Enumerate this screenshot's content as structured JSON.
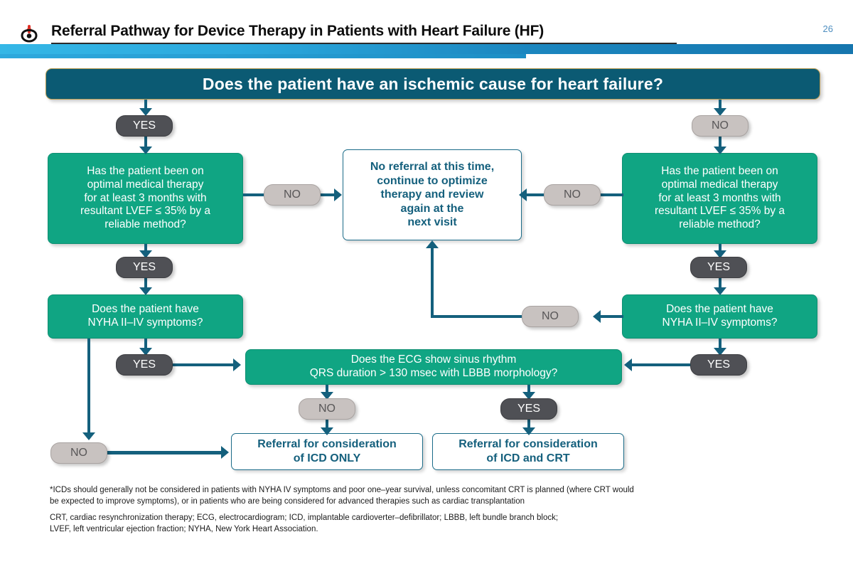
{
  "header": {
    "title": "Referral Pathway for Device Therapy in Patients with Heart Failure (HF)",
    "page_number": "26",
    "logo_icon": "heart-logo-icon",
    "accent_color": "#2ba9de",
    "title_color": "#0d0d0d",
    "page_number_color": "#4f8fc0"
  },
  "flow": {
    "root_question": "Does the patient have an ischemic cause for heart failure?",
    "nodes": {
      "left_omt": "Has the patient been on optimal medical therapy for at least 3 months with resultant LVEF ≤ 35% by a reliable method?",
      "right_omt": "Has the patient been on optimal medical therapy for at least 3 months with resultant LVEF ≤ 35% by a reliable method?",
      "no_referral": "No referral at this time, continue to optimize therapy and review again at the next visit",
      "left_nyha": "Does the patient have NYHA II–IV symptoms?",
      "right_nyha": "Does the patient have NYHA II–IV symptoms?",
      "ecg": "Does the ECG show sinus rhythm QRS duration > 130 msec with LBBB morphology?",
      "ecg_line1": "Does the ECG show sinus rhythm",
      "ecg_line2": "QRS duration > 130 msec with LBBB morphology?",
      "referral_icd_only": "Referral for consideration of ICD ONLY",
      "referral_icd_only_line1": "Referral for consideration",
      "referral_icd_only_line2": "of ICD ONLY",
      "referral_icd_crt": "Referral for consideration of ICD and CRT",
      "referral_icd_crt_line1": "Referral for consideration",
      "referral_icd_crt_line2": "of ICD and CRT"
    },
    "node_lines": {
      "omt": [
        "Has the patient been on",
        "optimal medical therapy",
        "for at least 3 months with",
        "resultant LVEF ≤ 35% by a",
        "reliable method?"
      ],
      "no_referral": [
        "No referral at this time,",
        "continue to optimize",
        "therapy and review",
        "again at the",
        "next visit"
      ],
      "nyha": [
        "Does the patient have",
        "NYHA II–IV symptoms?"
      ]
    },
    "labels": {
      "yes": "YES",
      "no": "NO"
    },
    "branch_labels": {
      "root_yes": "YES",
      "root_no": "NO",
      "left_omt_no": "NO",
      "right_omt_no": "NO",
      "left_omt_yes": "YES",
      "right_omt_yes": "YES",
      "left_nyha_yes": "YES",
      "left_nyha_no": "NO",
      "right_nyha_yes": "YES",
      "right_nyha_no": "NO",
      "ecg_no": "NO",
      "ecg_yes": "YES"
    },
    "colors": {
      "header_box": "#0b5a73",
      "green_box": "#10a583",
      "white_box_border": "#1a6b88",
      "white_box_text": "#15607d",
      "connector": "#14607d",
      "pill_yes_bg": "#4f5055",
      "pill_no_bg": "#c8c2c0"
    }
  },
  "footnotes": {
    "line1": "*ICDs should generally not be considered in patients with NYHA IV symptoms and poor one–year survival, unless concomitant CRT is planned (where CRT would",
    "line2": "be expected to improve symptoms), or in patients who are being considered for advanced therapies such as cardiac transplantation",
    "line3": "CRT, cardiac resynchronization therapy; ECG, electrocardiogram; ICD, implantable cardioverter–defibrillator; LBBB, left bundle branch block;",
    "line4": "LVEF, left ventricular ejection fraction; NYHA, New York Heart Association."
  }
}
